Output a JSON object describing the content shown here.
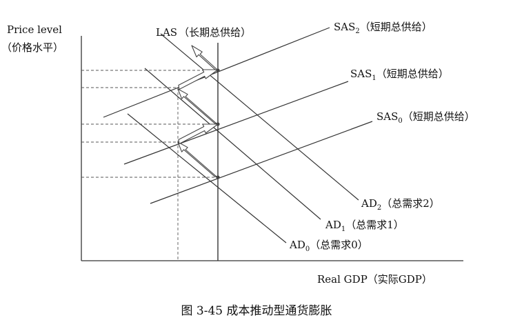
{
  "y_axis": {
    "line1": "Price level",
    "line2": "（价格水平）"
  },
  "x_axis": {
    "title": "Real GDP（实际GDP）"
  },
  "curves": {
    "las": {
      "name": "LAS",
      "note": "（长期总供给）"
    },
    "sas": [
      {
        "base": "SAS",
        "sub": "0",
        "note": "（短期总供给）"
      },
      {
        "base": "SAS",
        "sub": "1",
        "note": "（短期总供给）"
      },
      {
        "base": "SAS",
        "sub": "2",
        "note": "（短期总供给）"
      }
    ],
    "ad": [
      {
        "base": "AD",
        "sub": "0",
        "note": "（总需求0）"
      },
      {
        "base": "AD",
        "sub": "1",
        "note": "（总需求1）"
      },
      {
        "base": "AD",
        "sub": "2",
        "note": "（总需求2）"
      }
    ]
  },
  "caption": "图 3-45  成本推动型通货膨胀"
}
